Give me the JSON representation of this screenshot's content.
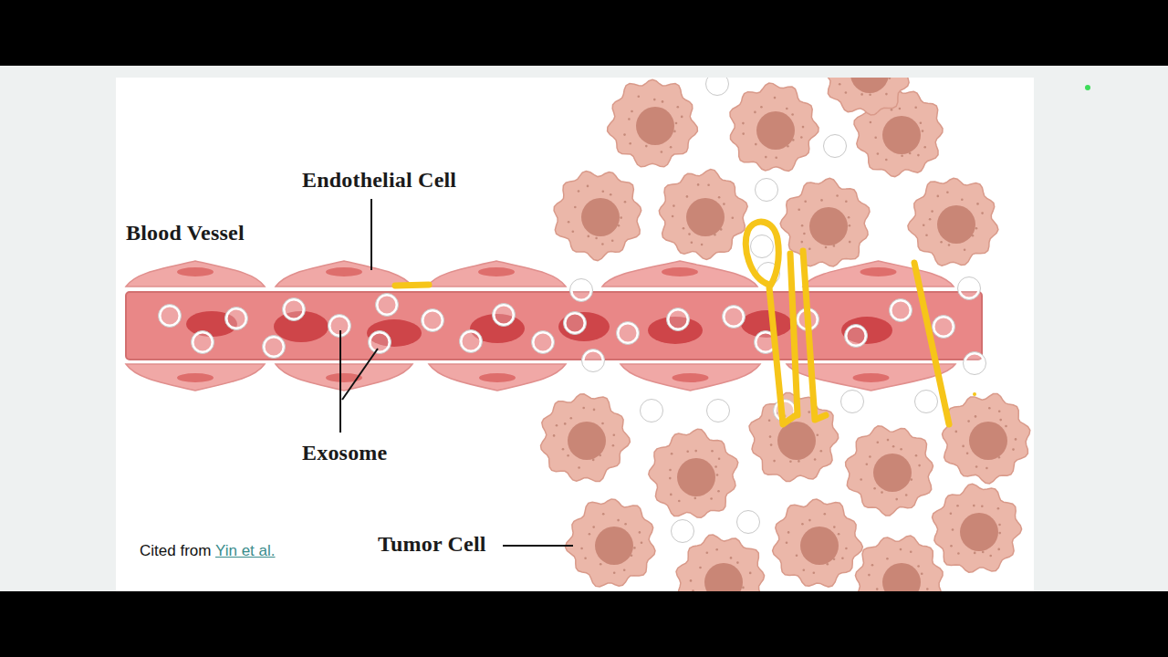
{
  "diagram": {
    "labels": [
      "Endothelial Cell",
      "Blood Vessel",
      "Exosome",
      "Tumor Cell",
      "Cited from",
      "Yin et al."
    ]
  }
}
